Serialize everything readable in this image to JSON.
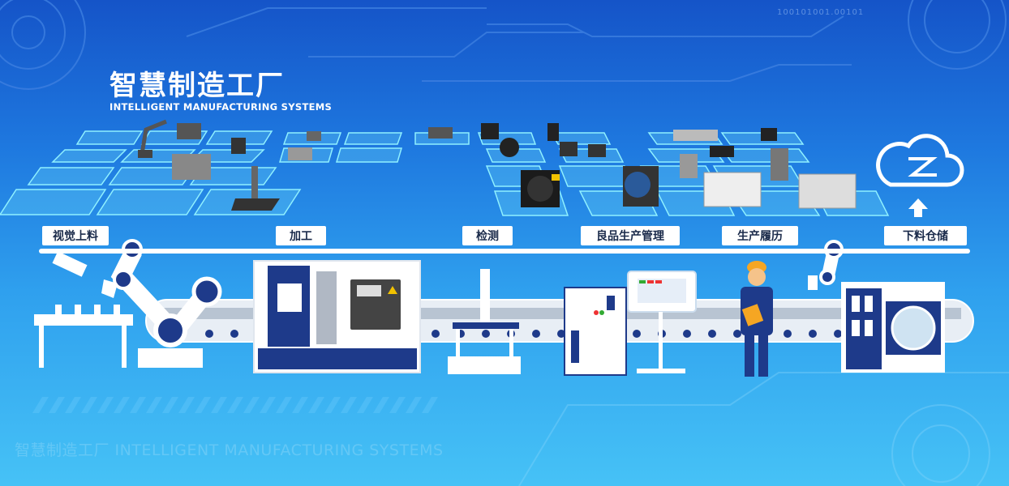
{
  "header": {
    "title": "智慧制造工厂",
    "subtitle": "INTELLIGENT MANUFACTURING SYSTEMS",
    "binary": "100101001.00101"
  },
  "stages": [
    {
      "label": "视觉上料"
    },
    {
      "label": "加工"
    },
    {
      "label": "检测"
    },
    {
      "label": "良品生产管理"
    },
    {
      "label": "生产履历"
    },
    {
      "label": "下料仓储"
    }
  ],
  "watermark": "智慧制造工厂  INTELLIGENT MANUFACTURING SYSTEMS",
  "colors": {
    "navy": "#1e3a8a",
    "tile": "#7fe3ff",
    "accent": "#f5a623"
  }
}
